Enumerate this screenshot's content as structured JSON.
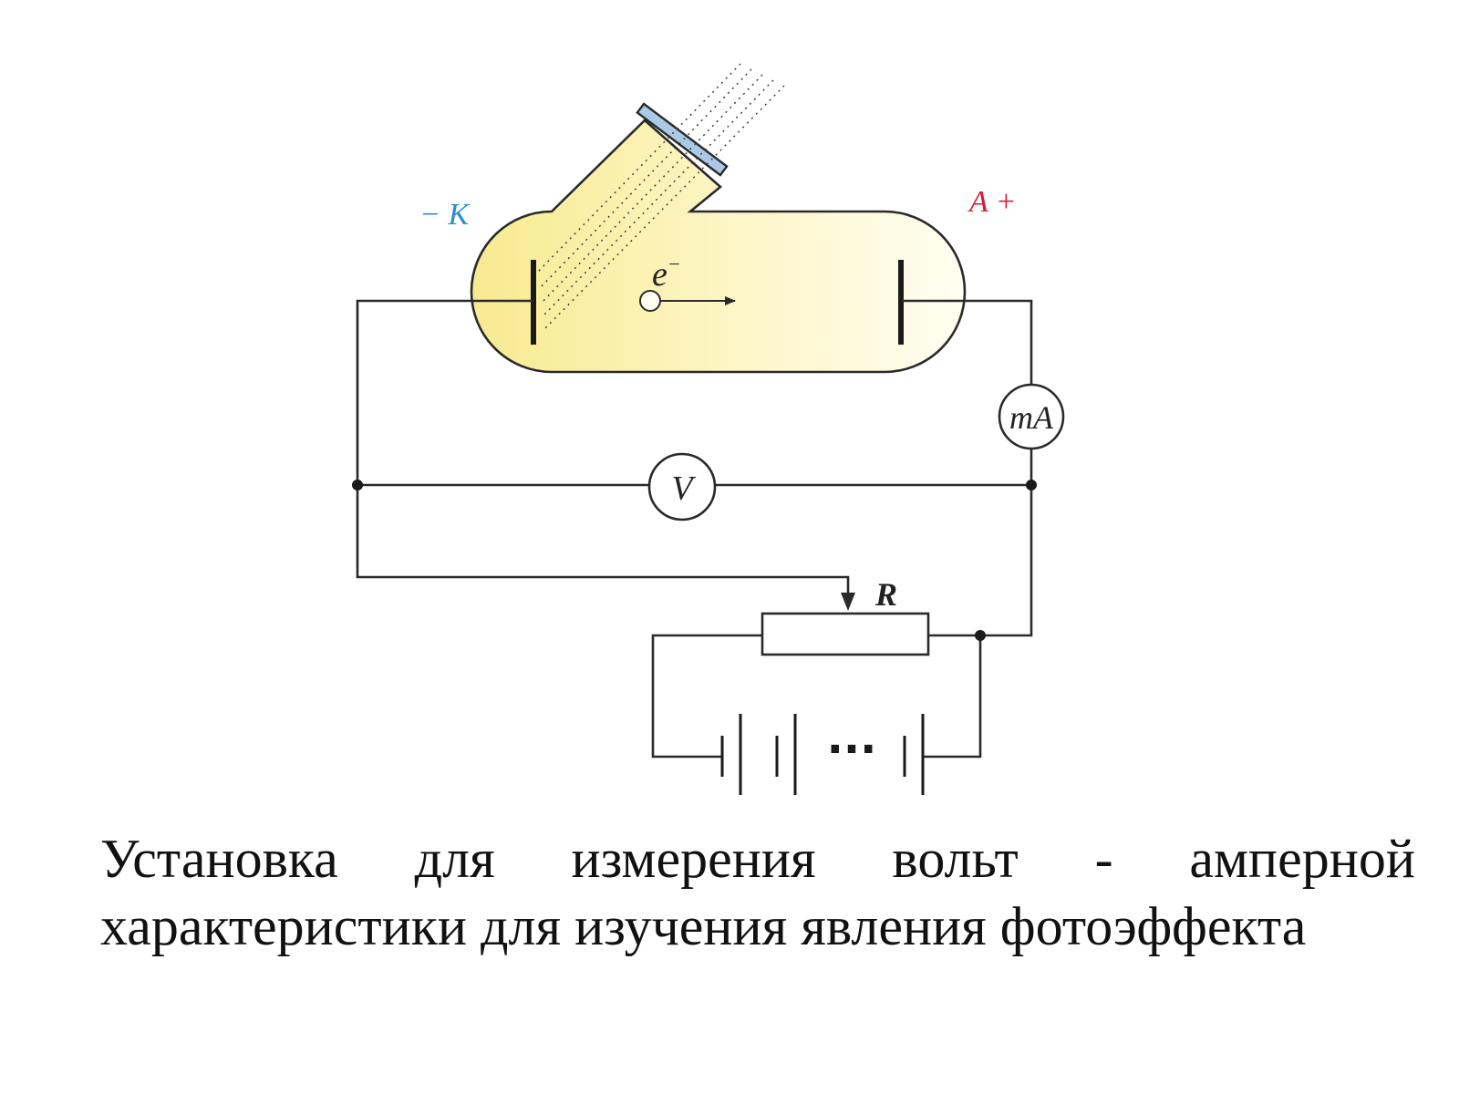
{
  "diagram": {
    "cathode_label": "− K",
    "anode_label": "A +",
    "electron_label": "e",
    "electron_sup": "−",
    "ammeter_label": "mA",
    "voltmeter_label": "V",
    "rheostat_label": "R",
    "battery_dots": "···",
    "colors": {
      "tube_fill_start": "#f8ea90",
      "tube_fill_end": "#fffde8",
      "window": "#a9c9e6",
      "cathode_label": "#2a8fc4",
      "anode_label": "#d0203a",
      "wire": "#2a2a2a"
    }
  },
  "caption": {
    "line_1": "Установка для измерения вольт - амперной",
    "line_2": "характеристики для изучения явления фотоэффекта"
  }
}
